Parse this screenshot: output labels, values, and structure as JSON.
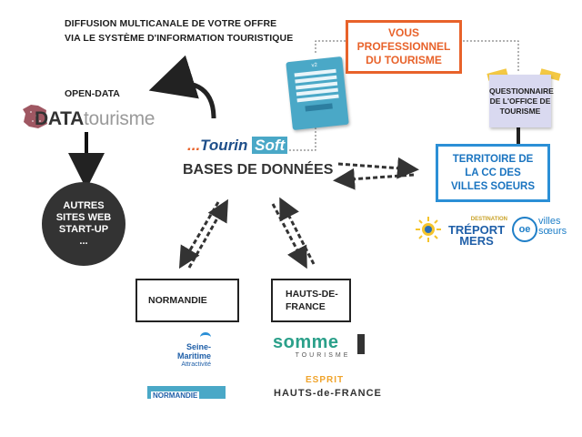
{
  "header": {
    "line1": "DIFFUSION MULTICANALE DE VOTRE OFFRE",
    "line2": "VIA LE SYSTÈME D'INFORMATION TOURISTIQUE"
  },
  "pro_box": {
    "line1": "VOUS",
    "line2": "PROFESSIONNEL",
    "line3": "DU TOURISME"
  },
  "questionnaire": {
    "line1": "QUESTIONNAIRE",
    "line2": "DE L'OFFICE DE",
    "line3": "TOURISME"
  },
  "territoire": {
    "line1": "TERRITOIRE DE",
    "line2": "LA CC DES",
    "line3": "VILLES SOEURS"
  },
  "open_data": {
    "label": "OPEN-DATA",
    "logo_part1": "DATA",
    "logo_part2": "tourisme"
  },
  "tourinsoft": {
    "dots": "...",
    "part1": "Tourin",
    "part2": "Soft",
    "bases": "BASES DE DONNÉES"
  },
  "autres": {
    "line1": "AUTRES",
    "line2": "SITES WEB",
    "line3": "START-UP",
    "line4": "..."
  },
  "normandie": {
    "box": "NORMANDIE",
    "seine_1": "Seine-",
    "seine_2": "Maritime",
    "seine_3": "Attractivité",
    "banner": "NORMANDIE"
  },
  "hauts": {
    "box_line1": "HAUTS-DE-",
    "box_line2": "FRANCE",
    "somme": "somme",
    "somme_sub": "TOURISME",
    "esprit": "ESPRIT",
    "hdf": "HAUTS-de-FRANCE"
  },
  "partners": {
    "destination": "DESTINATION",
    "treport": "TRÉPORT",
    "mers": "MERS",
    "villes": "villes",
    "soeurs": "sœurs"
  },
  "form_mock": {
    "title": "v2"
  },
  "colors": {
    "orange": "#e8622a",
    "blue": "#2b8fd6",
    "dark": "#333333",
    "teal": "#4aa8c7"
  }
}
